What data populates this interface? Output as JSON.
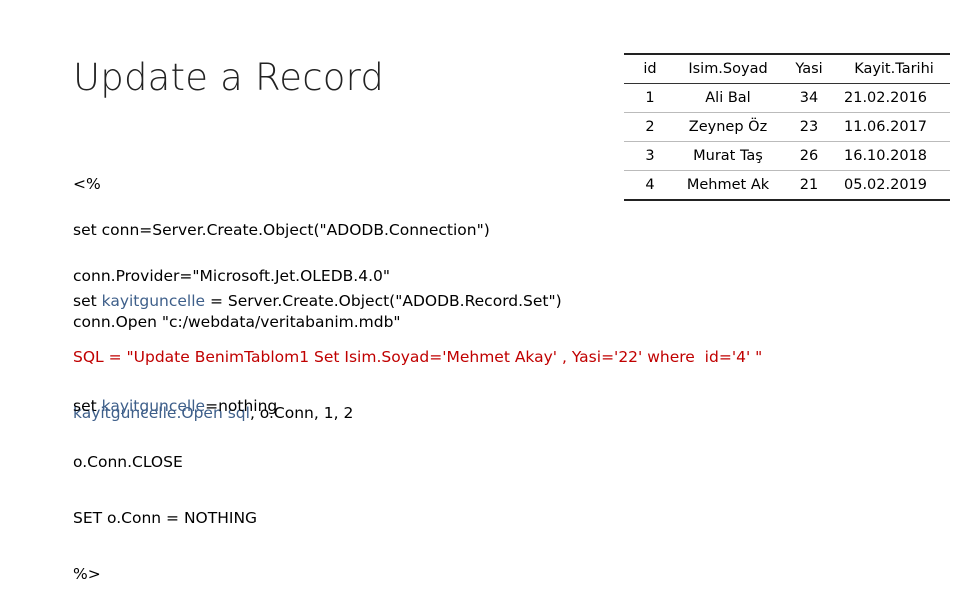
{
  "slide": {
    "title": "Update a Record",
    "code_block_1": [
      "<%",
      "set conn=Server.Create.Object(\"ADODB.Connection\")",
      "conn.Provider=\"Microsoft.Jet.OLEDB.4.0\"",
      "conn.Open \"c:/webdata/veritabanim.mdb\""
    ],
    "code_block_2": {
      "line1": {
        "a": "set ",
        "b": "kayitguncelle",
        "c": " = Server.Create.Object(\"ADODB.Record.Set\")"
      },
      "line2": "SQL = \"Update BenimTablom1 Set Isim.Soyad='Mehmet Akay' , Yasi='22' where  id='4' \"",
      "line3": {
        "a": "kayitguncelle.Open sql",
        "b": ", o.Conn, 1, 2"
      }
    },
    "code_block_3": {
      "line1": {
        "a": "set ",
        "b": "kayitguncelle",
        "c": "=nothing"
      },
      "line2": "o.Conn.CLOSE",
      "line3": "SET o.Conn = NOTHING",
      "line4": "%>"
    }
  },
  "table": {
    "headers": [
      "id",
      "Isim.Soyad",
      "Yasi",
      "Kayit.Tarihi"
    ],
    "rows": [
      [
        "1",
        "Ali Bal",
        "34",
        "21.02.2016"
      ],
      [
        "2",
        "Zeynep Öz",
        "23",
        "11.06.2017"
      ],
      [
        "3",
        "Murat Taş",
        "26",
        "16.10.2018"
      ],
      [
        "4",
        "Mehmet Ak",
        "21",
        "05.02.2019"
      ]
    ]
  },
  "colors": {
    "identifier_blue": "#3e5f8a",
    "sql_red": "#c00000"
  }
}
